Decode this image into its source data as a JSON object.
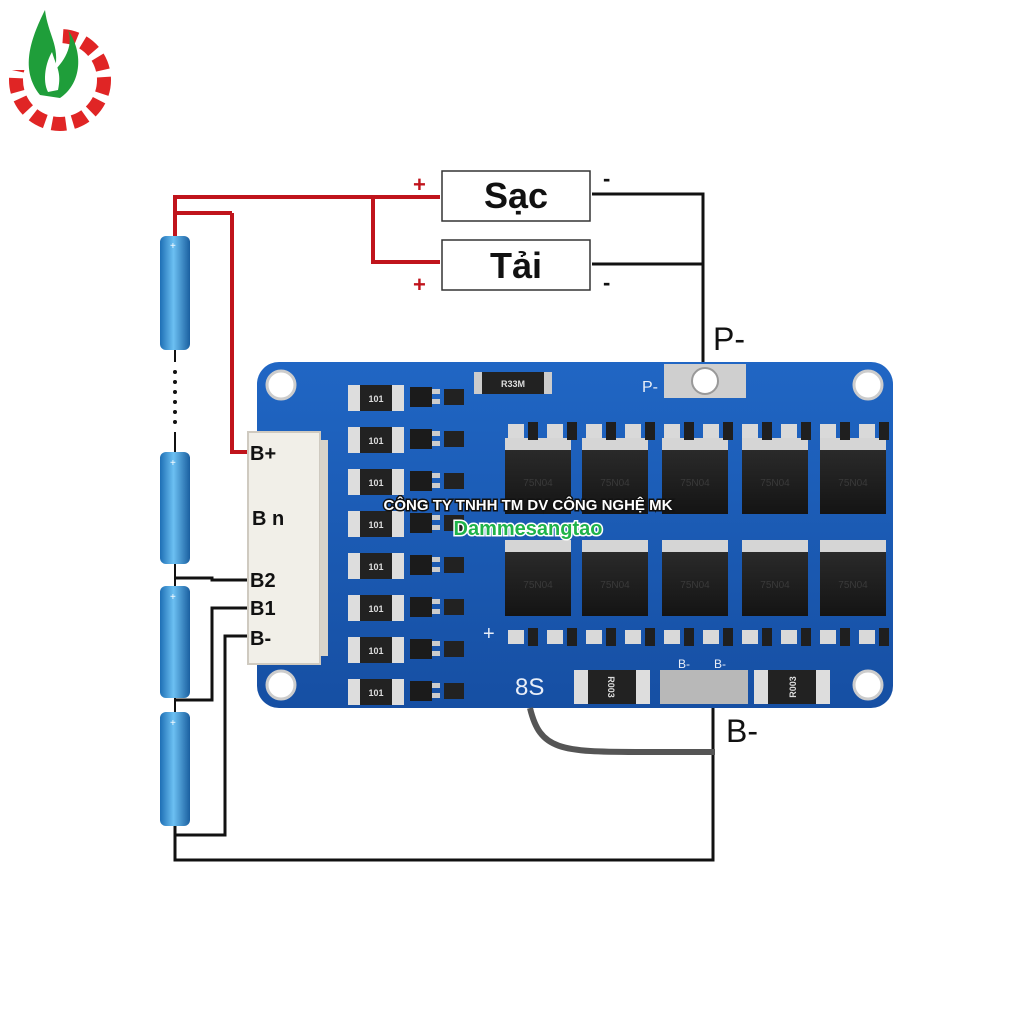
{
  "diagram": {
    "boxes": {
      "charge_label": "Sạc",
      "load_label": "Tải"
    },
    "polarity": {
      "plus": "+",
      "minus": "-"
    },
    "terminals": {
      "p_minus": "P-",
      "b_minus": "B-"
    },
    "connector_pins": {
      "b_plus": "B+",
      "b_n": "B n",
      "b2": "B2",
      "b1": "B1",
      "b_minus": "B-"
    },
    "board": {
      "model": "8S",
      "resistor_code": "101",
      "shunt_code": "R003",
      "mosfet_code": "75N04",
      "silk_p_minus": "P-",
      "silk_b_minus": "B-",
      "silk_plus": "+"
    },
    "watermark": {
      "company": "CÔNG TY TNHH TM DV CÔNG NGHỆ MK",
      "brand": "Dammesangtao"
    },
    "colors": {
      "pcb": "#1a5cb8",
      "wire_positive": "#c0141c",
      "wire_negative": "#111111",
      "cell": "#3a8fd6",
      "logo_green": "#1f9e3a",
      "logo_red": "#e02525"
    }
  }
}
